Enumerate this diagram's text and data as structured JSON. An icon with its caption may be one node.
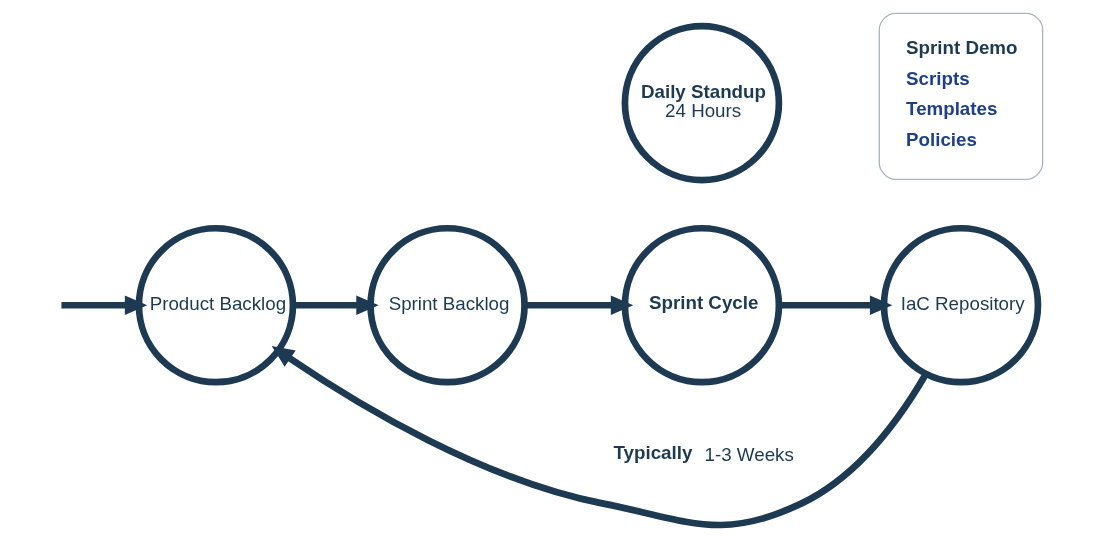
{
  "diagram": {
    "nodes": [
      {
        "text": [
          "Product Backlog"
        ]
      },
      {
        "text": [
          "Sprint Backlog"
        ]
      },
      {
        "text": [
          "Sprint Cycle"
        ],
        "beside": [
          "Typically",
          "1-3 Weeks"
        ]
      },
      {
        "text": [
          "Daily Standup",
          "24 Hours"
        ]
      },
      {
        "text": [
          "Sprint Demo",
          "Scripts",
          "Templates",
          "Policies"
        ]
      },
      {
        "text": [
          "IaC Repository"
        ]
      }
    ],
    "edges": [
      {
        "from": null,
        "to": 0,
        "arrow": "to"
      },
      {
        "from": 0,
        "to": 1,
        "arrow": "to"
      },
      {
        "from": 1,
        "to": 2,
        "arrow": "to"
      },
      {
        "from": 2,
        "to": 5,
        "arrow": "to"
      },
      {
        "from": 5,
        "to": 0,
        "arrow": "to"
      }
    ]
  }
}
